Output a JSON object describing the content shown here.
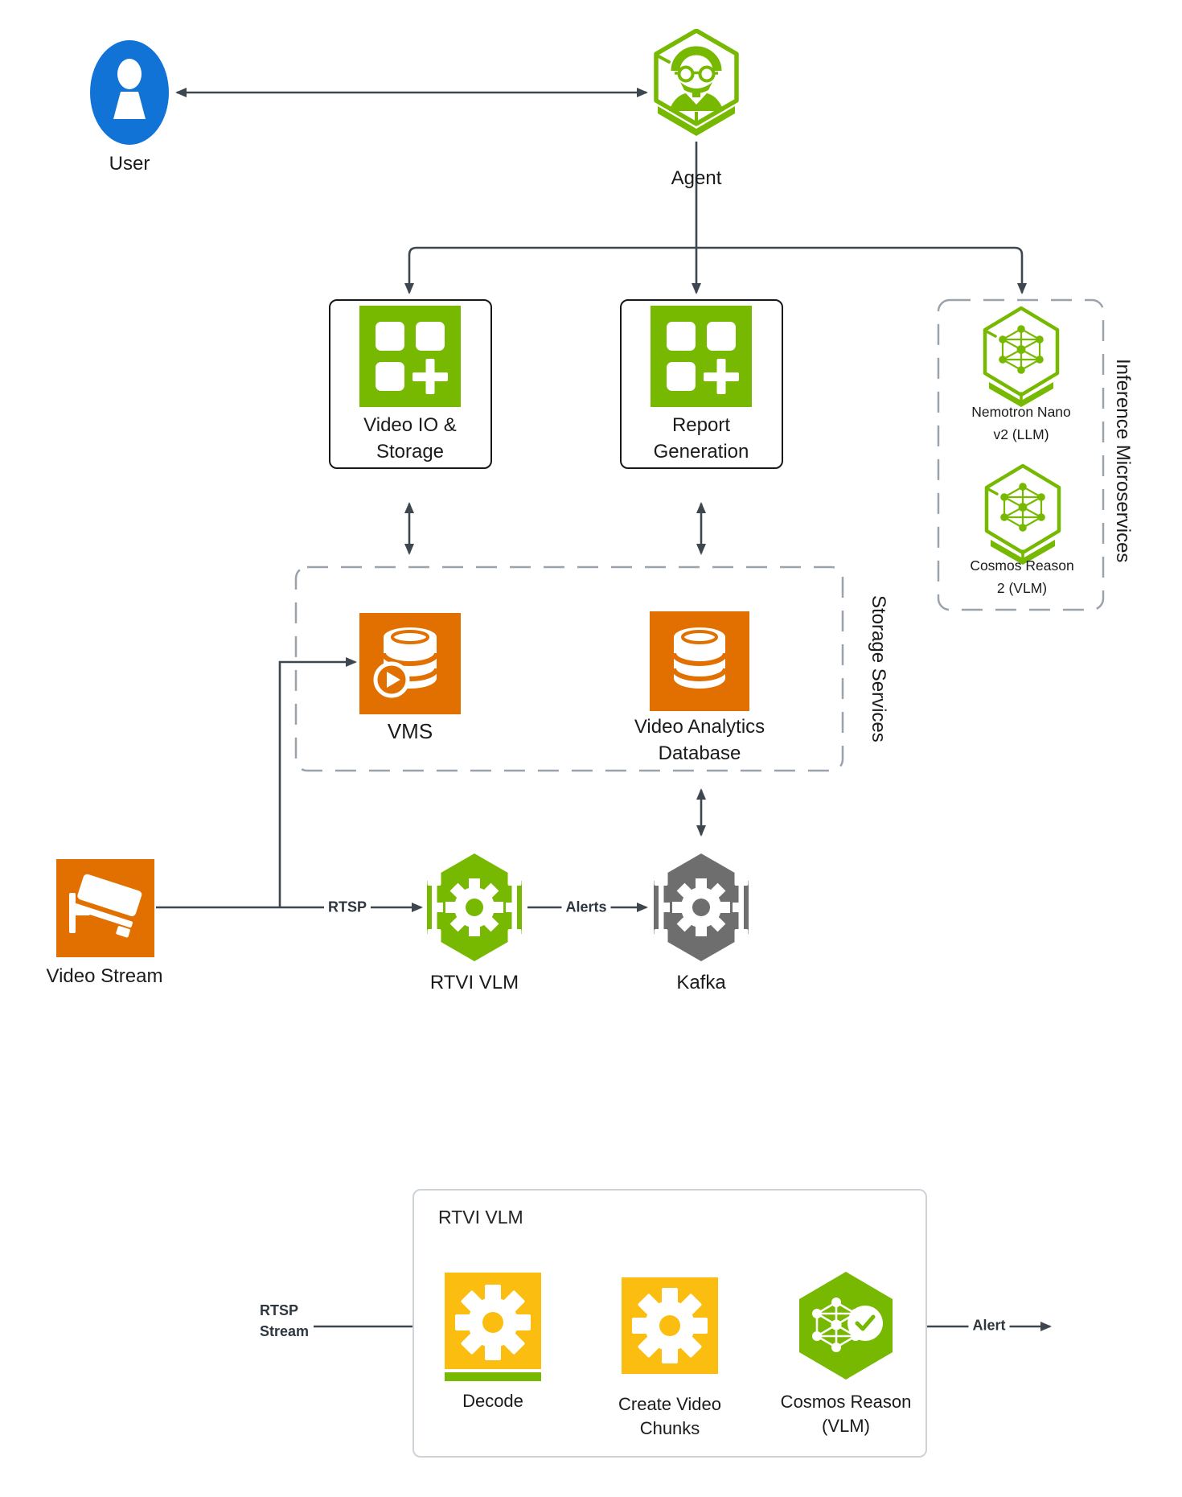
{
  "diagram": {
    "title": "Video analytics agent architecture",
    "colors": {
      "nvidia_green": "#76b900",
      "orange": "#e17000",
      "yellow": "#fbbe10",
      "gray_hex": "#6e6e6e",
      "blue": "#1273d6",
      "wire": "#3e4650",
      "dashed_border": "#9aa3ad"
    },
    "icons": {
      "user": "person-circle-icon",
      "agent": "hexagon-person-icon",
      "video_io": "app-grid-plus-icon",
      "report_gen": "app-grid-plus-icon",
      "nemotron": "hexagon-neural-net-icon",
      "cosmos2": "hexagon-neural-net-icon",
      "vms": "database-play-icon",
      "vadb": "database-icon",
      "video_stream": "cctv-camera-icon",
      "rtvi_vlm": "hexagon-gear-pipeline-icon",
      "kafka": "hexagon-gear-pipeline-icon",
      "decode": "gear-icon",
      "chunks": "gear-icon",
      "cosmos_vlm": "hexagon-neural-check-icon"
    },
    "nodes": {
      "user": {
        "label": "User"
      },
      "agent": {
        "label": "Agent"
      },
      "video_io": {
        "label": "Video IO &\nStorage"
      },
      "report_gen": {
        "label": "Report\nGeneration"
      },
      "inference": {
        "title": "Inference Microservices",
        "nemotron": {
          "label": "Nemotron Nano\nv2 (LLM)"
        },
        "cosmos2": {
          "label": "Cosmos Reason\n2 (VLM)"
        }
      },
      "storage": {
        "title": "Storage Services",
        "vms": {
          "label": "VMS"
        },
        "vadb": {
          "label": "Video Analytics\nDatabase"
        }
      },
      "video_stream": {
        "label": "Video Stream"
      },
      "rtvi_vlm": {
        "label": "RTVI VLM"
      },
      "kafka": {
        "label": "Kafka"
      },
      "pipeline": {
        "title": "RTVI VLM",
        "decode": {
          "label": "Decode"
        },
        "chunks": {
          "label": "Create Video\nChunks"
        },
        "cosmos": {
          "label": "Cosmos Reason\n(VLM)"
        }
      }
    },
    "edges": {
      "rtsp": "RTSP",
      "alerts": "Alerts",
      "rtsp_stream": "RTSP\nStream",
      "alert": "Alert"
    }
  }
}
